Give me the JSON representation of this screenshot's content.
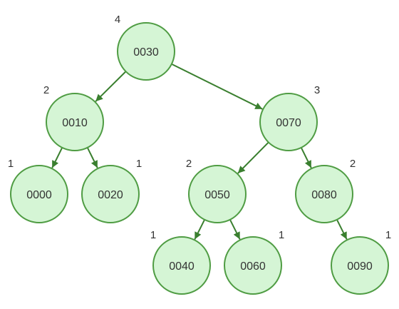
{
  "colors": {
    "node_fill": "#d5f5d5",
    "node_stroke": "#4f9c43",
    "edge": "#3a7f2f",
    "text": "#333333"
  },
  "tree": {
    "nodes": [
      {
        "id": "n0030",
        "key": "0030",
        "height": "4"
      },
      {
        "id": "n0010",
        "key": "0010",
        "height": "2"
      },
      {
        "id": "n0070",
        "key": "0070",
        "height": "3"
      },
      {
        "id": "n0000",
        "key": "0000",
        "height": "1"
      },
      {
        "id": "n0020",
        "key": "0020",
        "height": "1"
      },
      {
        "id": "n0050",
        "key": "0050",
        "height": "2"
      },
      {
        "id": "n0080",
        "key": "0080",
        "height": "2"
      },
      {
        "id": "n0040",
        "key": "0040",
        "height": "1"
      },
      {
        "id": "n0060",
        "key": "0060",
        "height": "1"
      },
      {
        "id": "n0090",
        "key": "0090",
        "height": "1"
      }
    ],
    "edges": [
      {
        "from": "n0030",
        "to": "n0010"
      },
      {
        "from": "n0030",
        "to": "n0070"
      },
      {
        "from": "n0010",
        "to": "n0000"
      },
      {
        "from": "n0010",
        "to": "n0020"
      },
      {
        "from": "n0070",
        "to": "n0050"
      },
      {
        "from": "n0070",
        "to": "n0080"
      },
      {
        "from": "n0050",
        "to": "n0040"
      },
      {
        "from": "n0050",
        "to": "n0060"
      },
      {
        "from": "n0080",
        "to": "n0090"
      }
    ]
  }
}
